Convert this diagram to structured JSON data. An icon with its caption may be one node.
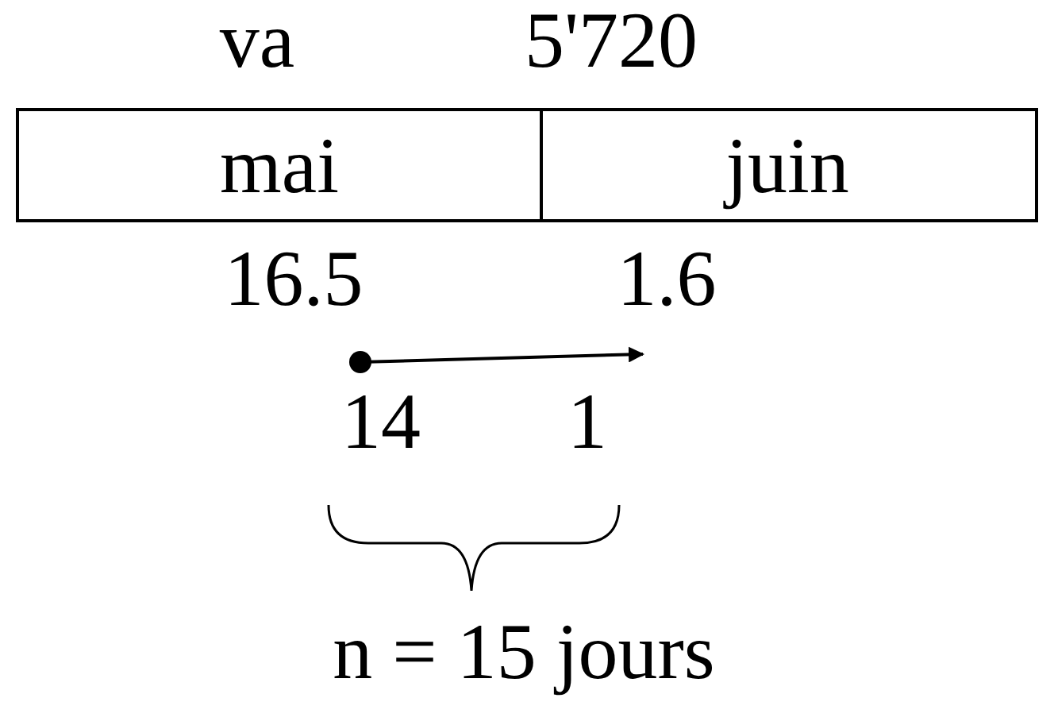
{
  "diagram": {
    "labels": [
      "va",
      "5'720",
      "mai",
      "juin",
      "16.5",
      "1.6",
      "14",
      "1",
      "n = 15 jours"
    ]
  }
}
